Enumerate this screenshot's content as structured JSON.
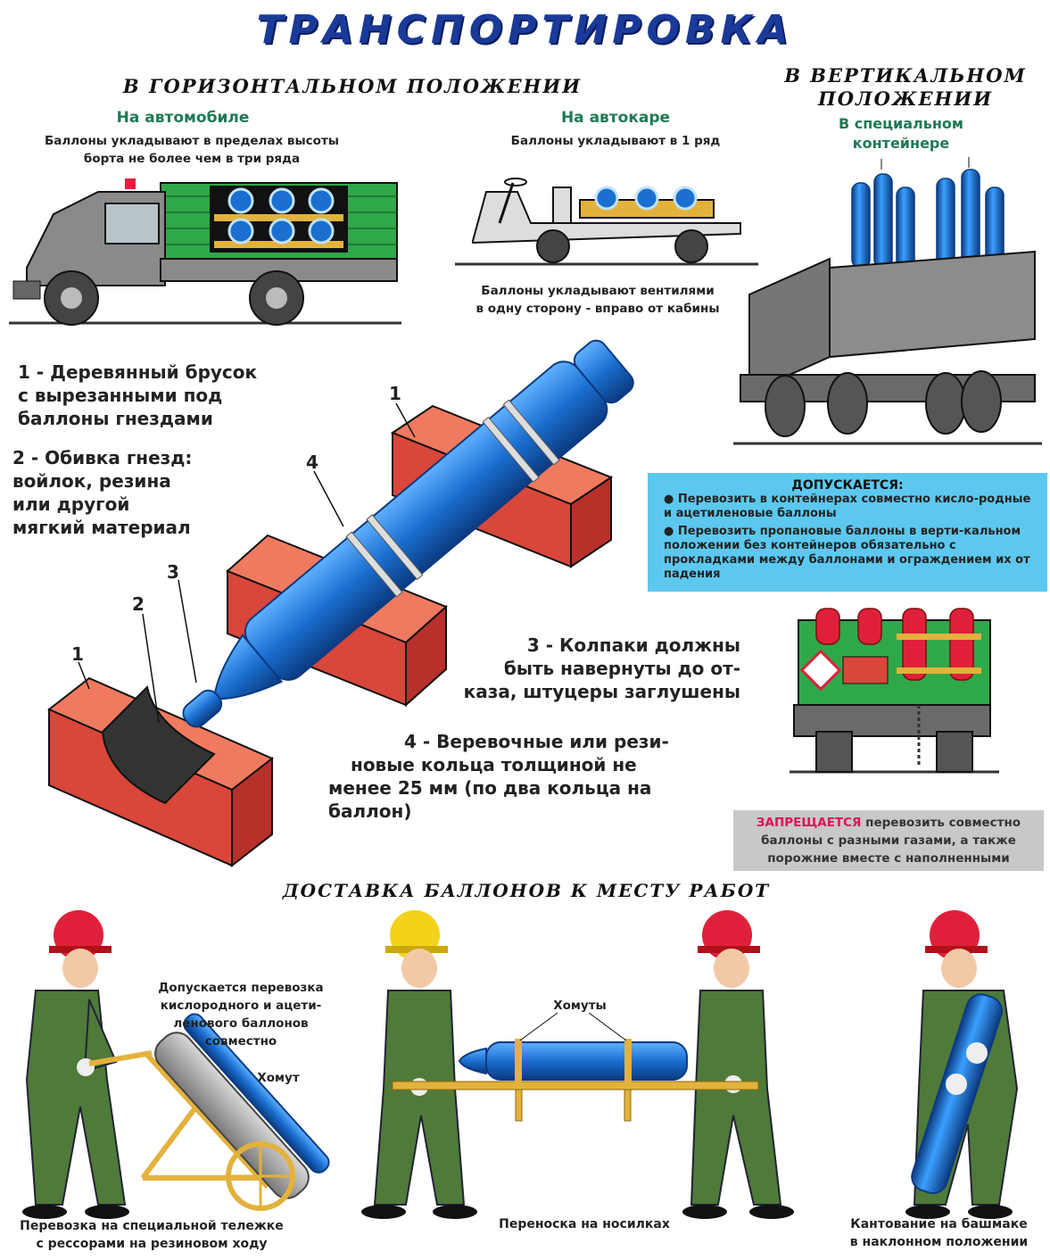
{
  "title": "ТРАНСПОРТИРОВКА",
  "horizontal": {
    "header": "В ГОРИЗОНТАЛЬНОМ ПОЛОЖЕНИИ",
    "car": {
      "label": "На автомобиле",
      "text1": "Баллоны укладывают в пределах высоты",
      "text2": "борта не более чем в три ряда"
    },
    "cart": {
      "label": "На автокаре",
      "text": "Баллоны укладывают в 1 ряд",
      "bottom1": "Баллоны укладывают вентилями",
      "bottom2": "в одну сторону - вправо от кабины"
    }
  },
  "vertical": {
    "header1": "В ВЕРТИКАЛЬНОМ",
    "header2": "ПОЛОЖЕНИИ",
    "label1": "В специальном",
    "label2": "контейнере"
  },
  "notes": {
    "n1": [
      "1 - Деревянный брусок",
      "с вырезанными под",
      "баллоны гнездами"
    ],
    "n2": [
      "2 - Обивка гнезд:",
      "войлок, резина",
      "или другой",
      "мягкий материал"
    ],
    "n3": [
      "3 - Колпаки должны",
      "быть навернуты до от-",
      "каза, штуцеры заглушены"
    ],
    "n4": [
      "4 - Веревочные или рези-",
      "новые кольца  толщиной  не",
      "менее 25 мм (по два кольца на",
      "баллон)"
    ]
  },
  "callouts": {
    "c1a": "1",
    "c1b": "1",
    "c2": "2",
    "c3": "3",
    "c4": "4"
  },
  "allowed": {
    "title": "ДОПУСКАЕТСЯ:",
    "item1": "● Перевозить в контейнерах совместно кисло-родные и ацетиленовые баллоны",
    "item2": "● Перевозить пропановые баллоны в верти-кальном положении без контейнеров обязательно с прокладками между баллонами и ограждением их от падения"
  },
  "forbidden": {
    "lead": "ЗАПРЕЩАЕТСЯ",
    "text": " перевозить совместно баллоны с разными газами, а также порожние вместе с наполненными"
  },
  "delivery": {
    "header": "ДОСТАВКА БАЛЛОНОВ К МЕСТУ РАБОТ",
    "trolley_note": [
      "Допускается перевозка",
      "кислородного и ацети-",
      "ленового баллонов",
      "совместно"
    ],
    "clamp": "Хомут",
    "clamps": "Хомуты",
    "cap1": [
      "Перевозка на специальной тележке",
      "с рессорами на резиновом ходу"
    ],
    "cap2": "Переноска на носилках",
    "cap3": [
      "Кантование на башмаке",
      "в наклонном положении"
    ]
  },
  "colors": {
    "title": "#1a3a9a",
    "cylinder": "#1a6fd0",
    "wood": "#d9463a",
    "green": "#2fa84a",
    "truck": "#7a7a7a",
    "allow": "#5cc8f0",
    "forbid": "#c8c8c8",
    "forbid_lead": "#e0105a"
  }
}
